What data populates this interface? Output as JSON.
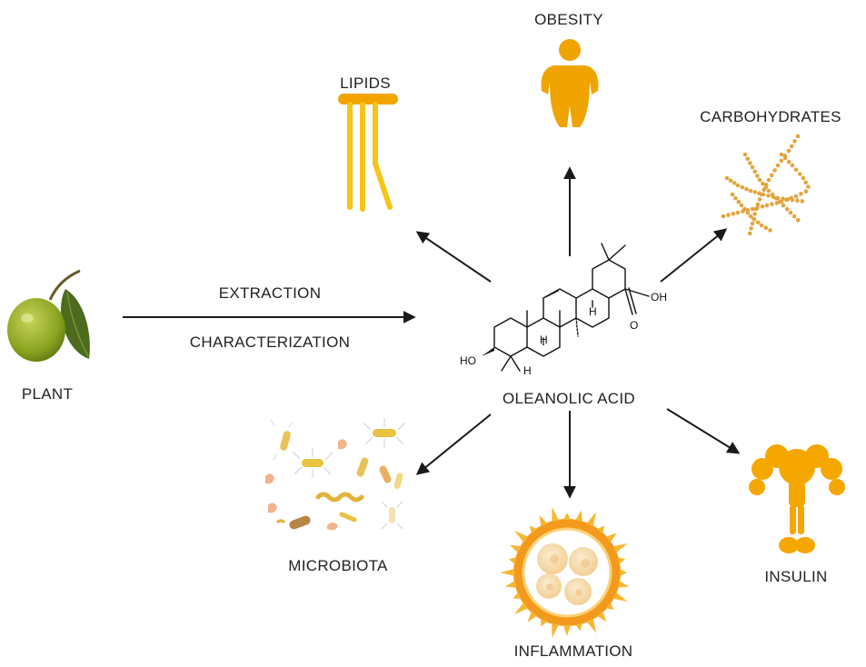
{
  "labels": {
    "plant": "PLANT",
    "extraction": "EXTRACTION",
    "characterization": "CHARACTERIZATION",
    "lipids": "LIPIDS",
    "obesity": "OBESITY",
    "carbohydrates": "CARBOHYDRATES",
    "oleanolic_acid": "OLEANOLIC ACID",
    "microbiota": "MICROBIOTA",
    "inflammation": "INFLAMMATION",
    "insulin": "INSULIN"
  },
  "molecule": {
    "ho": "HO",
    "oh": "OH",
    "o": "O",
    "h1": "H",
    "h2": "H",
    "h3": "H"
  },
  "colors": {
    "lipid": "#f5c518",
    "lipid_head": "#f2a500",
    "obesity": "#f0a400",
    "carb": "#e3a53f",
    "insulin": "#f5a700",
    "olive": "#8aa31f",
    "leaf": "#4d6b1f",
    "fire": "#f39a1c",
    "cell": "#f6d9a8"
  }
}
